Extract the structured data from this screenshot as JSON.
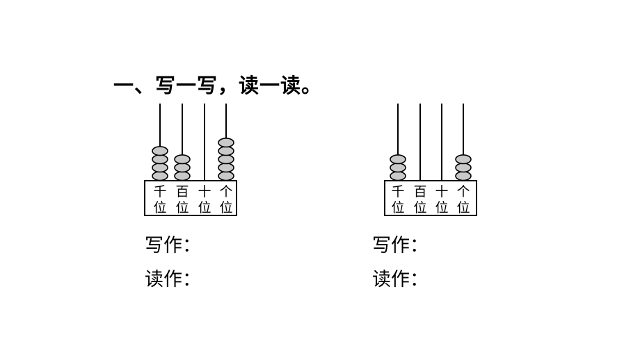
{
  "exercise": {
    "title": "一、写一写，读一读。"
  },
  "abacus_left": {
    "place_labels": [
      {
        "top": "千",
        "bottom": "位"
      },
      {
        "top": "百",
        "bottom": "位"
      },
      {
        "top": "十",
        "bottom": "位"
      },
      {
        "top": "个",
        "bottom": "位"
      }
    ],
    "beads": [
      4,
      3,
      0,
      5
    ]
  },
  "abacus_right": {
    "place_labels": [
      {
        "top": "千",
        "bottom": "位"
      },
      {
        "top": "百",
        "bottom": "位"
      },
      {
        "top": "十",
        "bottom": "位"
      },
      {
        "top": "个",
        "bottom": "位"
      }
    ],
    "beads": [
      3,
      0,
      0,
      3
    ]
  },
  "answers_left": {
    "write": "写作：",
    "read": "读作："
  },
  "answers_right": {
    "write": "写作：",
    "read": "读作："
  },
  "colors": {
    "bead_fill": "#c9c9c9",
    "bead_stroke": "#000000"
  }
}
